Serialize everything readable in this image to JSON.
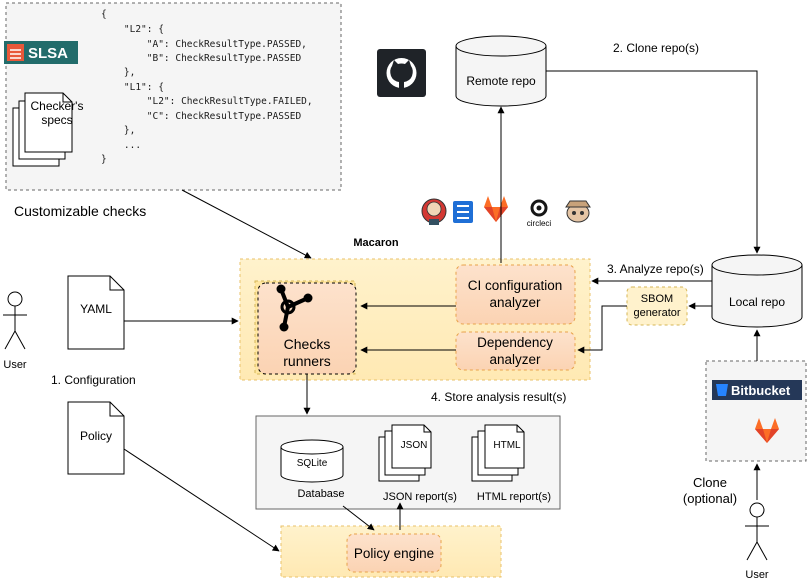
{
  "top_left": {
    "code_lines": [
      "{",
      "    \"L2\": {",
      "        \"A\": CheckResultType.PASSED,",
      "        \"B\": CheckResultType.PASSED",
      "    },",
      "    \"L1\": {",
      "        \"L2\": CheckResultType.FAILED,",
      "        \"C\": CheckResultType.PASSED",
      "    },",
      "    ...",
      "}"
    ],
    "slsa_logo": "SLSA",
    "checker_specs_line1": "Checker's",
    "checker_specs_line2": "specs",
    "caption": "Customizable checks"
  },
  "macaron": {
    "title": "Macaron",
    "checks_runners_line1": "Checks",
    "checks_runners_line2": "runners",
    "ci_analyzer_line1": "CI configuration",
    "ci_analyzer_line2": "analyzer",
    "dep_analyzer_line1": "Dependency",
    "dep_analyzer_line2": "analyzer"
  },
  "left": {
    "user_label": "User",
    "yaml_label": "YAML",
    "config_label": "1. Configuration",
    "policy_label": "Policy"
  },
  "remote": {
    "remote_repo_label": "Remote repo",
    "clone_label": "2. Clone repo(s)",
    "ci_logos": [
      "circleci"
    ]
  },
  "local": {
    "analyze_label": "3. Analyze repo(s)",
    "sbom_line1": "SBOM",
    "sbom_line2": "generator",
    "local_repo_label": "Local repo",
    "bitbucket_label": "Bitbucket",
    "clone_line1": "Clone",
    "clone_line2": "(optional)",
    "user_label": "User"
  },
  "storage": {
    "store_label": "4. Store analysis result(s)",
    "sqlite_label": "SQLite",
    "database_label": "Database",
    "json_label": "JSON",
    "json_caption": "JSON report(s)",
    "html_label": "HTML",
    "html_caption": "HTML report(s)"
  },
  "policy_engine": {
    "label": "Policy engine"
  },
  "colors": {
    "orange_fill": "#fbe6d4",
    "orange_stroke": "#e8a24a",
    "yellow_fill": "#fff2cc",
    "grey_fill": "#f5f5f5",
    "slsa_teal": "#226c6b",
    "slsa_orange": "#e8583a",
    "bitbucket_blue": "#253858",
    "gitlab_orange": "#fc6d26"
  },
  "icons": [
    "github-icon",
    "jenkins-icon",
    "gitlab-icon",
    "circleci-icon",
    "travis-icon",
    "hub-icon",
    "bitbucket-icon",
    "user-icon"
  ]
}
